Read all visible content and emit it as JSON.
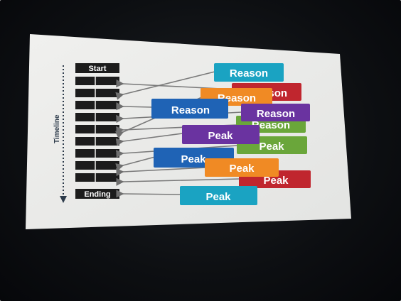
{
  "slide": {
    "timeline_label": "Timeline",
    "start_label": "Start",
    "ending_label": "Ending",
    "cards": [
      {
        "label": "Reason",
        "color": "#1aa3c2"
      },
      {
        "label": "Reason",
        "color": "#c0262e"
      },
      {
        "label": "Reason",
        "color": "#f08a24"
      },
      {
        "label": "Reason",
        "color": "#1f63b5"
      },
      {
        "label": "Reason",
        "color": "#6a33a0"
      },
      {
        "label": "Reason",
        "color": "#6aa63a"
      },
      {
        "label": "Peak",
        "color": "#6a33a0"
      },
      {
        "label": "Peak",
        "color": "#6aa63a"
      },
      {
        "label": "Peak",
        "color": "#1f63b5"
      },
      {
        "label": "Peak",
        "color": "#f08a24"
      },
      {
        "label": "Peak",
        "color": "#c0262e"
      },
      {
        "label": "Peak",
        "color": "#1aa3c2"
      }
    ]
  },
  "colors": {
    "slide_background": "#f4f4f2",
    "bar": "#1c1c1c",
    "arrow": "#7a7a7a",
    "timeline_text": "#2c3a4a"
  }
}
